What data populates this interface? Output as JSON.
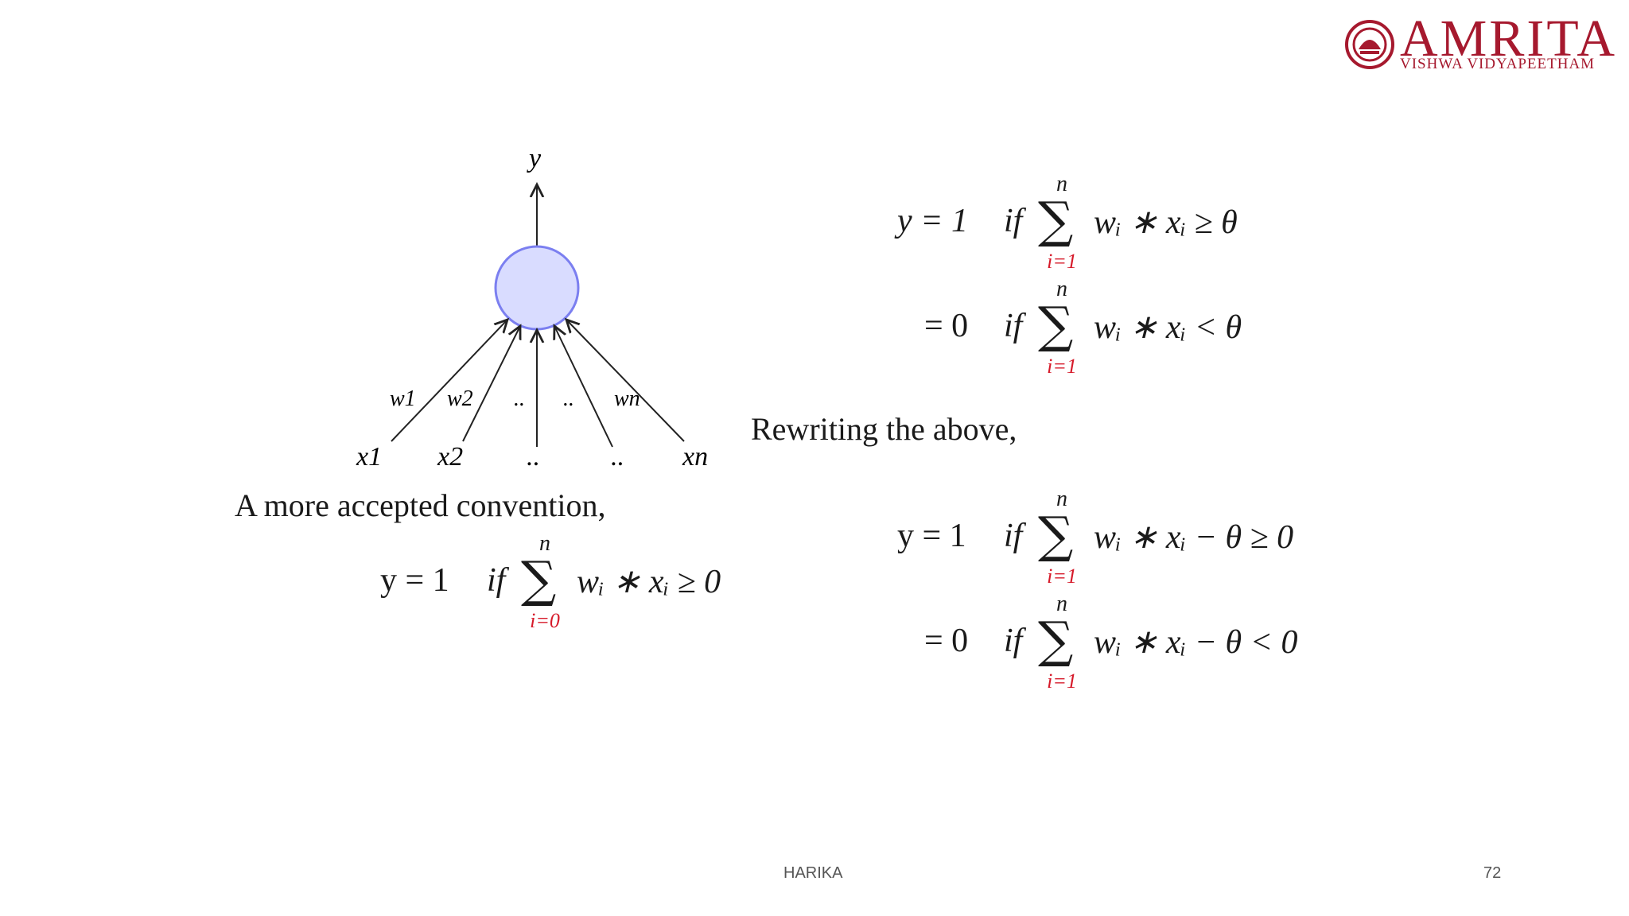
{
  "logo": {
    "word": "AMRITA",
    "subtitle": "VISHWA VIDYAPEETHAM"
  },
  "diagram": {
    "output_label": "y",
    "weights": [
      "w1",
      "w2",
      "..",
      "..",
      "wn"
    ],
    "inputs": [
      "x1",
      "x2",
      "..",
      "..",
      "xn"
    ]
  },
  "equations_top": {
    "eq1": {
      "lhs": "y = 1",
      "cond": "if",
      "sum_upper": "n",
      "sum_lower": "i=1",
      "rhs": "wᵢ ∗ xᵢ ≥ θ"
    },
    "eq2": {
      "lhs": "= 0",
      "cond": "if",
      "sum_upper": "n",
      "sum_lower": "i=1",
      "rhs": "wᵢ ∗ xᵢ < θ"
    }
  },
  "rewrite_text": "Rewriting the above,",
  "equations_bottom": {
    "eq1": {
      "lhs": "y = 1",
      "cond": "if",
      "sum_upper": "n",
      "sum_lower": "i=1",
      "rhs": "wᵢ ∗ xᵢ − θ ≥ 0"
    },
    "eq2": {
      "lhs": "= 0",
      "cond": "if",
      "sum_upper": "n",
      "sum_lower": "i=1",
      "rhs": "wᵢ ∗ xᵢ − θ < 0"
    }
  },
  "convention_text": "A more accepted convention,",
  "convention_eq": {
    "lhs": "y = 1",
    "cond": "if",
    "sum_upper": "n",
    "sum_lower": "i=0",
    "rhs": "wᵢ ∗ xᵢ ≥ 0"
  },
  "footer": {
    "center": "HARIKA",
    "page_number": "72"
  },
  "colors": {
    "brand": "#a6192e",
    "neuron_fill": "#d9dcff",
    "neuron_stroke": "#7b7ff0",
    "index_red": "#d61a2a"
  }
}
